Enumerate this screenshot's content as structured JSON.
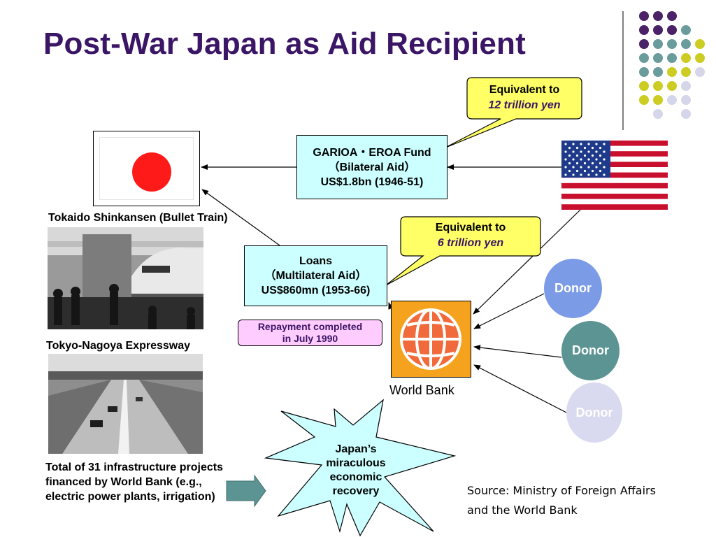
{
  "title": "Post-War Japan as Aid Recipient",
  "garioa_box": {
    "line1": "GARIOA・EROA Fund",
    "line2": "（Bilateral Aid）",
    "line3": "US$1.8bn (1946-51)"
  },
  "loans_box": {
    "line1": "Loans",
    "line2": "（Multilateral Aid）",
    "line3": "US$860mn (1953-66)"
  },
  "callout_top": {
    "line1": "Equivalent to",
    "line2": "12 trillion yen"
  },
  "callout_mid": {
    "line1": "Equivalent to",
    "line2": "6 trillion yen"
  },
  "repayment": {
    "line1": "Repayment completed",
    "line2": "in July 1990"
  },
  "captions": {
    "shinkansen": "Tokaido Shinkansen (Bullet Train)",
    "expressway": "Tokyo-Nagoya Expressway"
  },
  "world_bank_label": "World Bank",
  "donors": [
    "Donor",
    "Donor",
    "Donor"
  ],
  "burst": {
    "line1": "Japan’s",
    "line2": "miraculous",
    "line3": "economic",
    "line4": "recovery"
  },
  "total_text": "Total of 31 infrastructure projects financed by World Bank (e.g., electric power plants, irrigation)",
  "source": {
    "line1": "Source: Ministry of Foreign Affairs",
    "line2": "and the World Bank"
  },
  "colors": {
    "title": "#3b1566",
    "box_fill": "#ccffff",
    "callout_fill": "#ffff66",
    "repayment_fill": "#ffccff",
    "donor_1": "#7b9be6",
    "donor_2": "#5b9493",
    "donor_3": "#d9d9f0",
    "world_bank": "#f5a31e",
    "burst_fill": "#ccffff",
    "block_arrow": "#5b9493"
  },
  "icons": {
    "japan_flag": "japan-flag-icon",
    "us_flag": "us-flag-icon",
    "world_bank_logo": "globe-icon"
  }
}
